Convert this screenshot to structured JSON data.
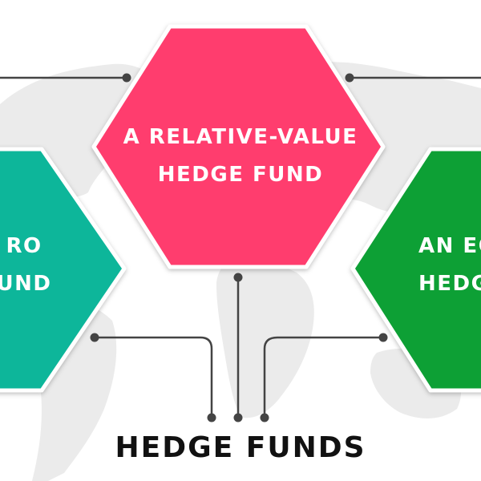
{
  "title": "HEDGE FUNDS",
  "hexagons": {
    "center": {
      "lines": [
        "A RELATIVE-VALUE",
        "HEDGE FUND"
      ],
      "color": "#ff3d6e"
    },
    "left": {
      "lines": [
        "RO",
        "UND"
      ],
      "color": "#0cb69a"
    },
    "right": {
      "lines": [
        "AN EQ",
        "HEDGE"
      ],
      "color": "#10a035"
    }
  },
  "colors": {
    "connector": "#444444",
    "map": "#ebebeb",
    "background": "#ffffff"
  }
}
